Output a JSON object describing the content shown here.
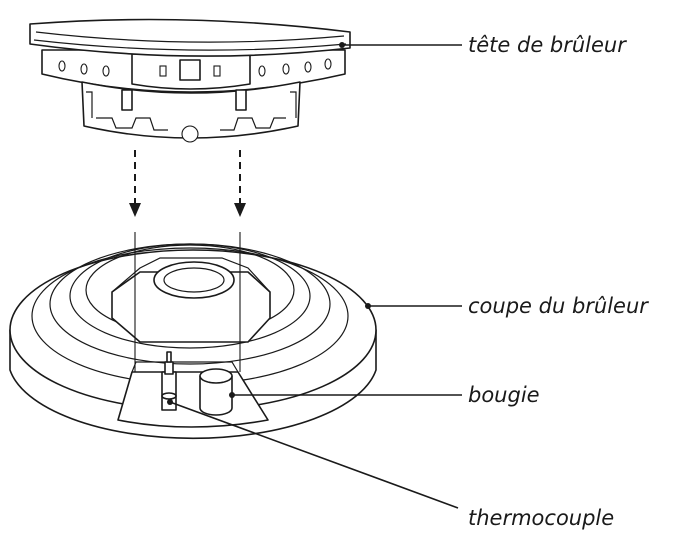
{
  "labels": {
    "burner_head": "tête de brûleur",
    "burner_cup": "coupe du brûleur",
    "spark_plug": "bougie",
    "thermocouple": "thermocouple"
  }
}
